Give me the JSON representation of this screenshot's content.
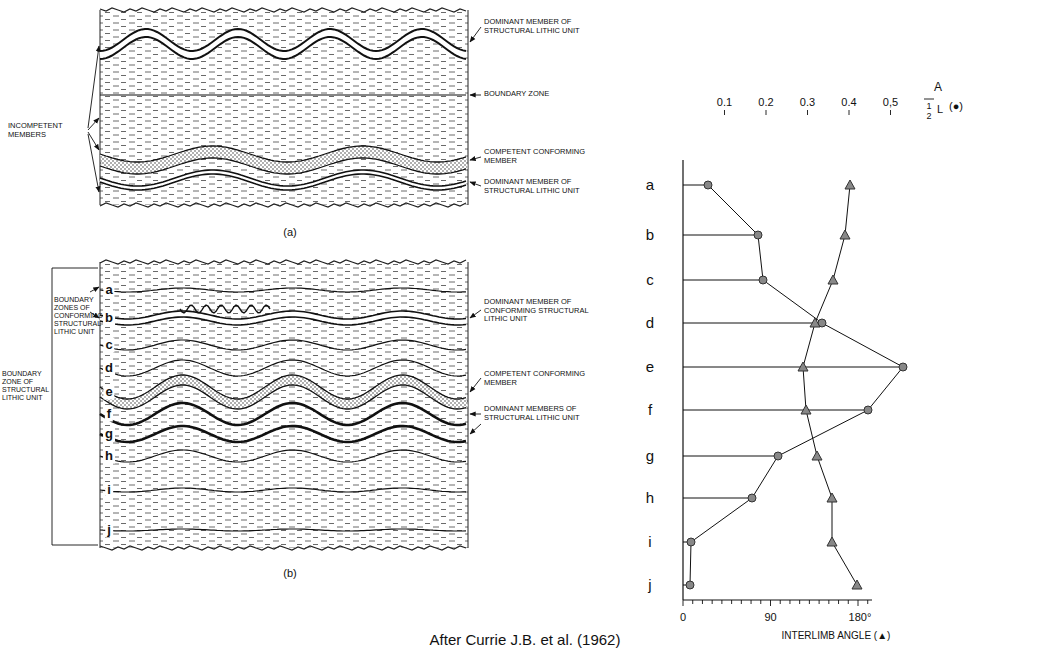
{
  "diagram": {
    "caption": "After Currie J.B. et al. (1962)",
    "labels": [
      "DOMINANT MEMBER OF STRUCTURAL LITHIC UNIT",
      "INCOMPETENT MEMBERS",
      "BOUNDARY ZONE",
      "COMPETENT CONFORMING MEMBER",
      "DOMINANT MEMBER OF STRUCTURAL LITHIC UNIT",
      "(a)",
      "BOUNDARY ZONES OF CONFORMING STRUCTURAL LITHIC UNIT",
      "BOUNDARY ZONE OF STRUCTURAL LITHIC UNIT",
      "a",
      "b",
      "c",
      "d",
      "e",
      "f",
      "g",
      "h",
      "i",
      "j",
      "DOMINANT MEMBER OF CONFORMING STRUCTURAL LITHIC UNIT",
      "COMPETENT CONFORMING MEMBER",
      "DOMINANT MEMBERS OF STRUCTURAL LITHIC UNIT",
      "(b)",
      "a",
      "b",
      "c",
      "d",
      "e",
      "f",
      "g",
      "h",
      "i",
      "j",
      "0.1",
      "0.2",
      "0.3",
      "0.4",
      "0,5",
      "A",
      "1",
      "2",
      "L",
      "(●)",
      "0",
      "90",
      "180°",
      "INTERLIMB ANGLE (▲)"
    ]
  }
}
